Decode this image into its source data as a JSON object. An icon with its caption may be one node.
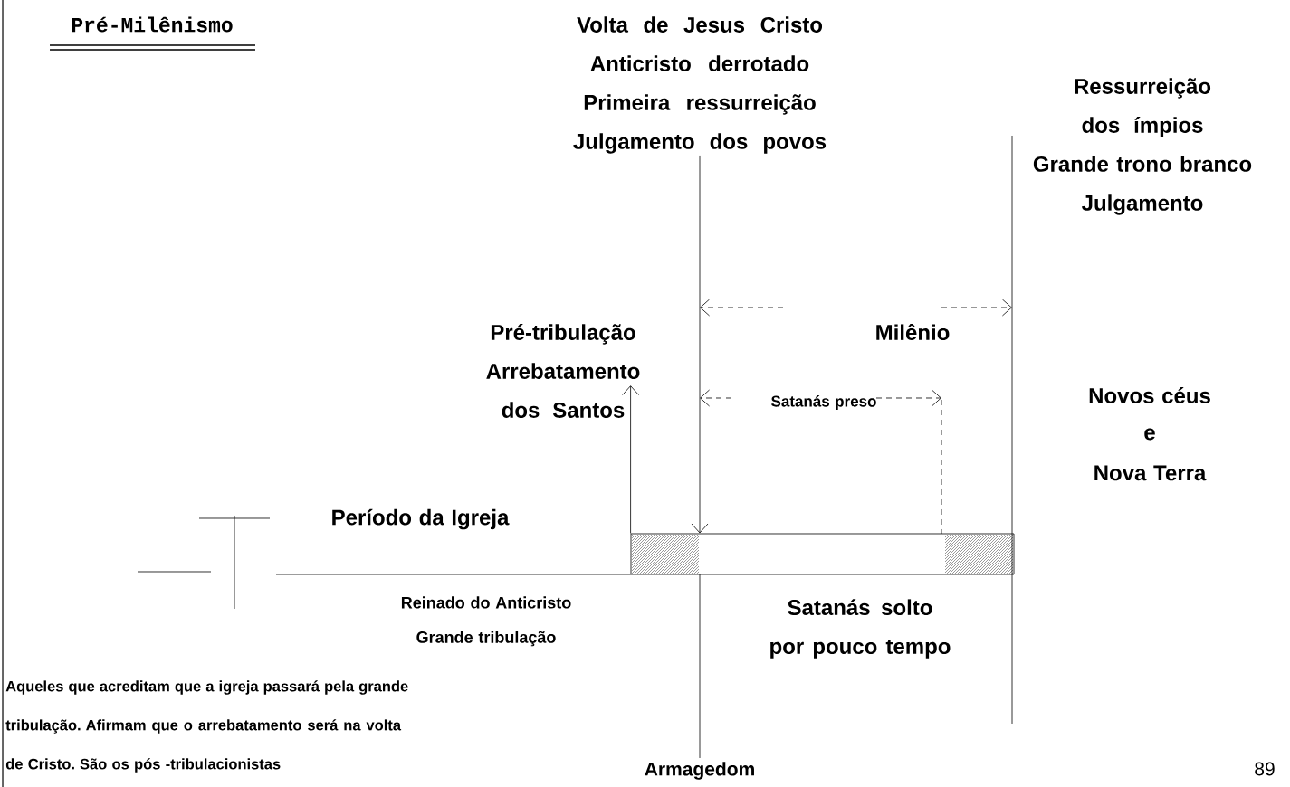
{
  "diagram": {
    "title": "Pré-Milênismo",
    "nodes": [
      {
        "text": [
          "Volta de Jesus Cristo",
          "Anticristo derrotado",
          "Primeira ressurreição",
          "Julgamento dos povos"
        ]
      },
      {
        "text": [
          "Ressurreição dos ímpios",
          "Grande trono branco",
          "Julgamento"
        ]
      },
      {
        "text": [
          "Pré-tribulação",
          "Arrebatamento dos Santos"
        ]
      },
      {
        "text": [],
        "shape": "bar"
      }
    ],
    "edges": [
      {
        "from": 0,
        "to": 3,
        "arrow": "to"
      },
      {
        "from": 3,
        "to": 2,
        "arrow": "to"
      }
    ],
    "labels": [
      "Milênio",
      "Satanás preso",
      "Novos céus",
      "e",
      "Nova Terra",
      "Período da Igreja",
      "Reinado do Anticristo",
      "Grande tribulação",
      "Satanás solto por pouco tempo",
      "Aqueles que acreditam que a igreja passará pela grande tribulação. Afirmam que o arrebatamento será na volta de Cristo. São os pós -tribulacionistas",
      "Armagedom",
      "89"
    ]
  }
}
